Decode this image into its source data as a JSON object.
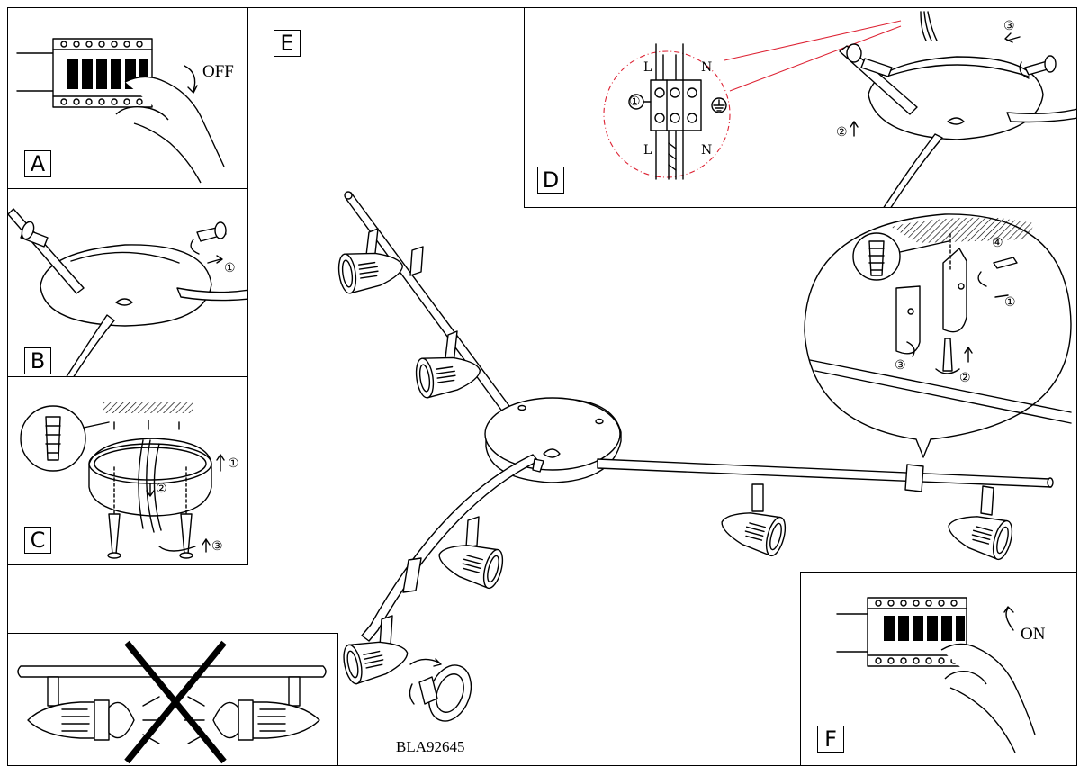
{
  "panels": {
    "a": {
      "label": "A",
      "status_text": "OFF"
    },
    "b": {
      "label": "B",
      "step1": "①"
    },
    "c": {
      "label": "C",
      "step1": "①",
      "step2": "②",
      "step3": "③"
    },
    "d": {
      "label": "D",
      "step1": "①",
      "step2": "②",
      "step3": "③",
      "live": "L",
      "neutral": "N"
    },
    "e": {
      "label": "E",
      "step1": "①",
      "step2": "②",
      "step3": "③",
      "step4": "④"
    },
    "f": {
      "label": "F",
      "status_text": "ON"
    }
  },
  "model_code": "BLA92645"
}
